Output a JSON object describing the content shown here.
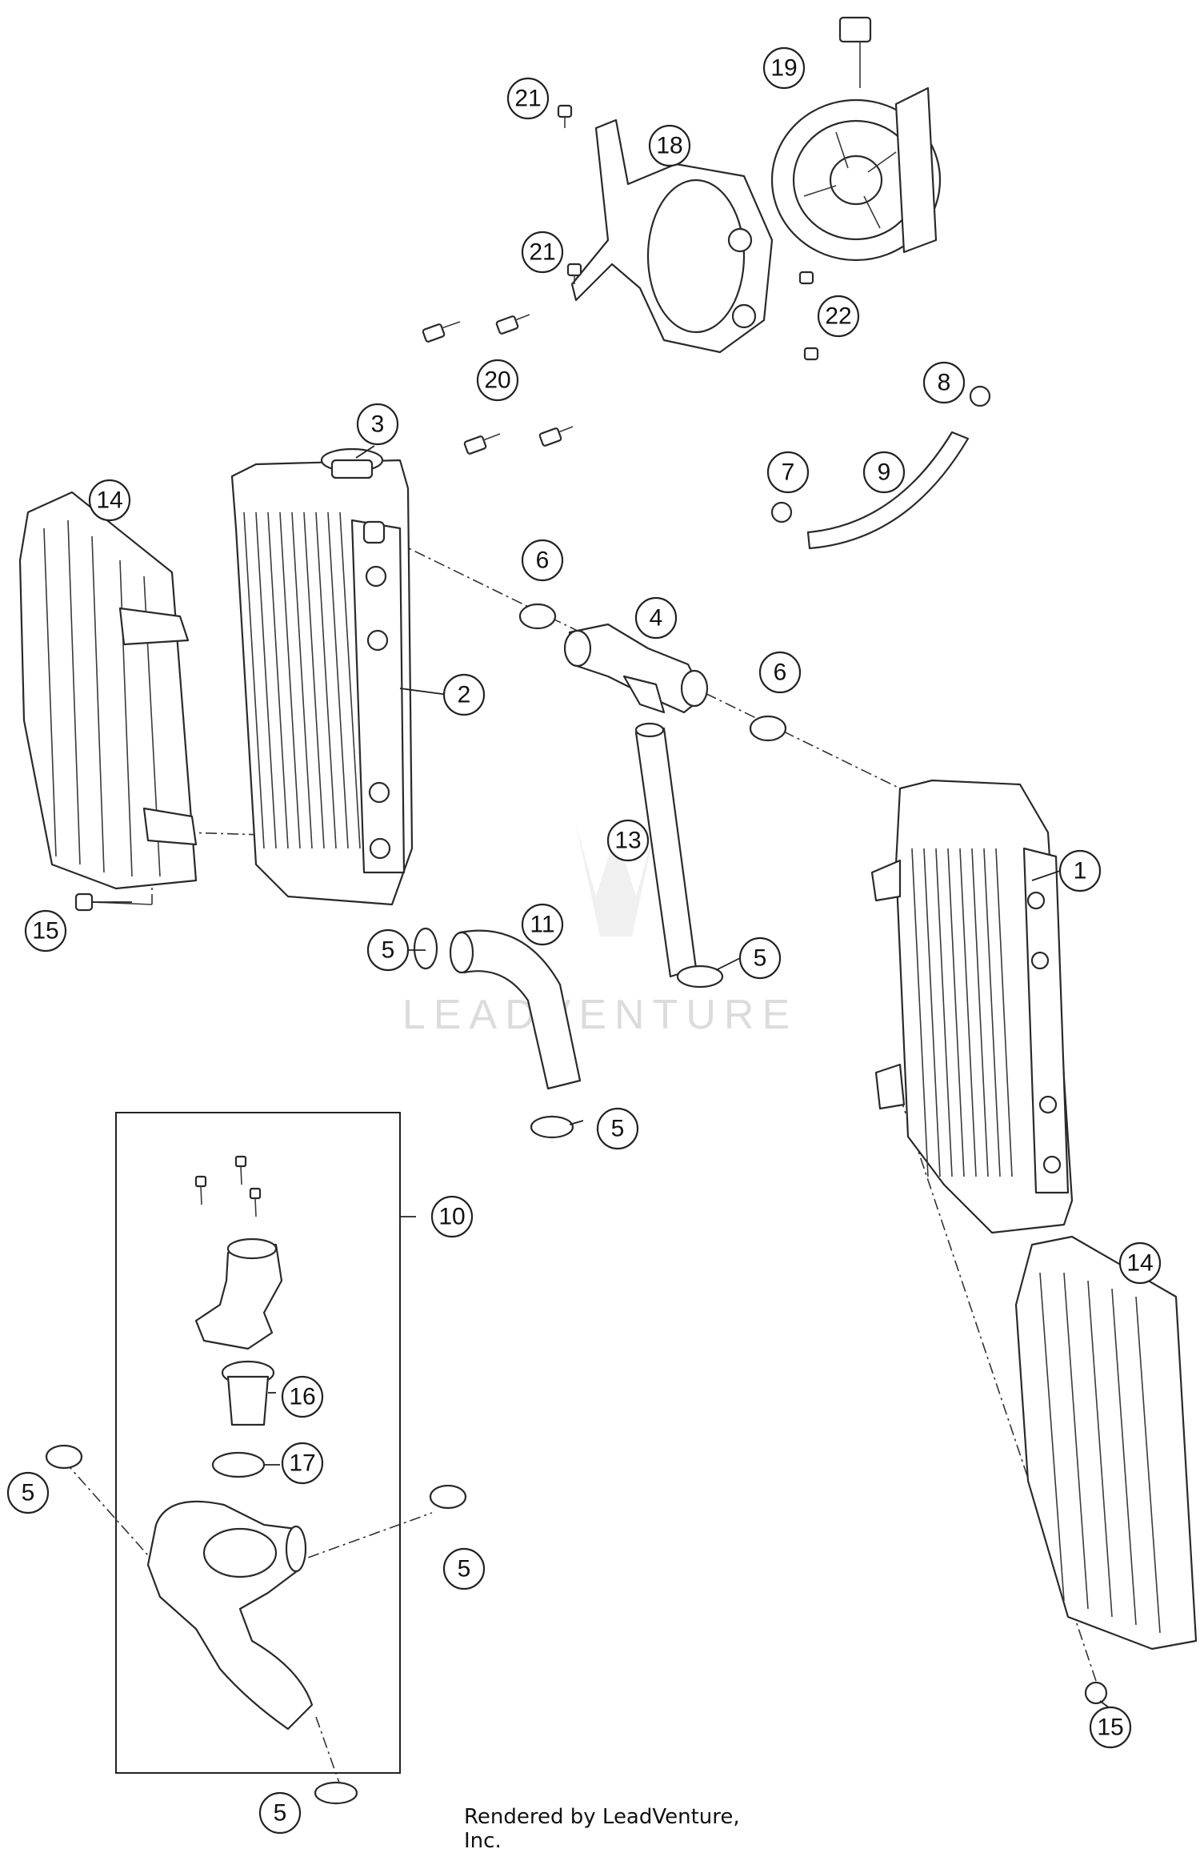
{
  "watermark": "LEADVENTURE",
  "credit": "Rendered by LeadVenture, Inc.",
  "callouts": {
    "c1": "1",
    "c2": "2",
    "c3": "3",
    "c4": "4",
    "c5a": "5",
    "c5b": "5",
    "c5c": "5",
    "c5d": "5",
    "c5e": "5",
    "c5f": "5",
    "c6a": "6",
    "c6b": "6",
    "c7": "7",
    "c8": "8",
    "c9": "9",
    "c10": "10",
    "c11": "11",
    "c13": "13",
    "c14a": "14",
    "c14b": "14",
    "c15a": "15",
    "c15b": "15",
    "c16": "16",
    "c17": "17",
    "c18": "18",
    "c19": "19",
    "c20": "20",
    "c21a": "21",
    "c21b": "21",
    "c22": "22"
  }
}
